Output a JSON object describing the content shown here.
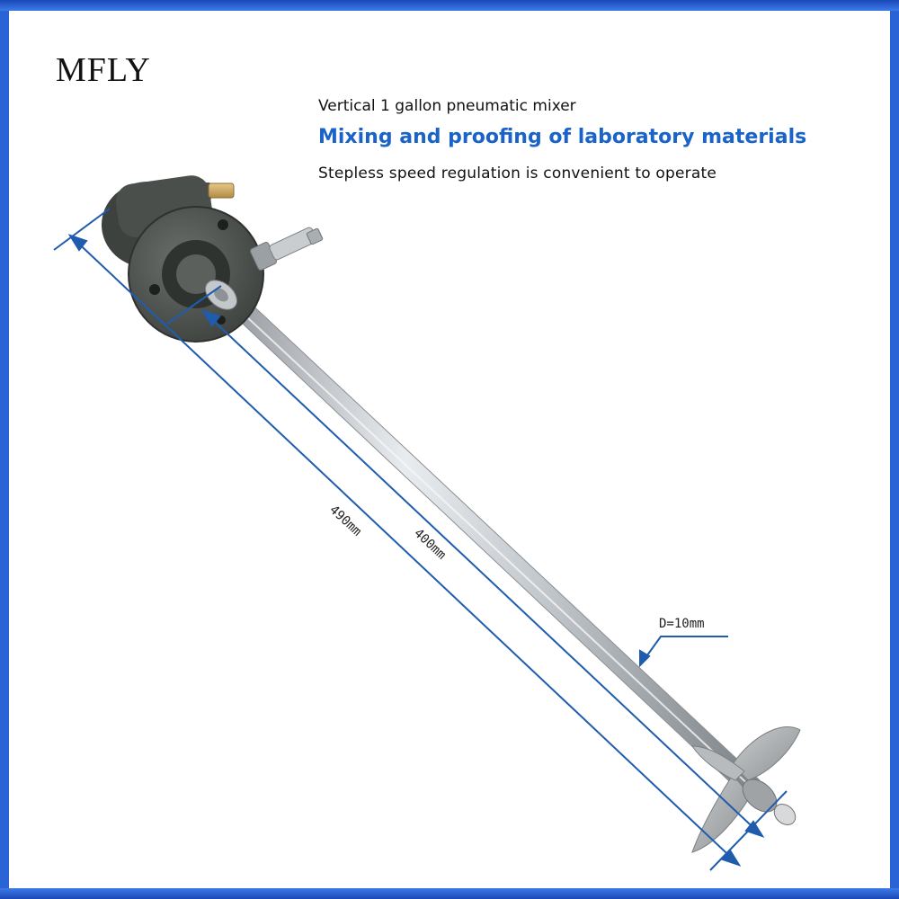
{
  "brand": "MFLY",
  "headline": {
    "line1": "Vertical 1 gallon pneumatic mixer",
    "line2": "Mixing and proofing of laboratory materials",
    "line3": "Stepless speed regulation is convenient to operate"
  },
  "dimensions": {
    "overall_length": "490mm",
    "shaft_length": "400mm",
    "shaft_diameter": "D=10mm"
  },
  "colors": {
    "frame": "#2a63d6",
    "accent_text": "#1a63c8",
    "dimension_lines": "#1f5cae",
    "motor_body": "#4a4f4b"
  }
}
